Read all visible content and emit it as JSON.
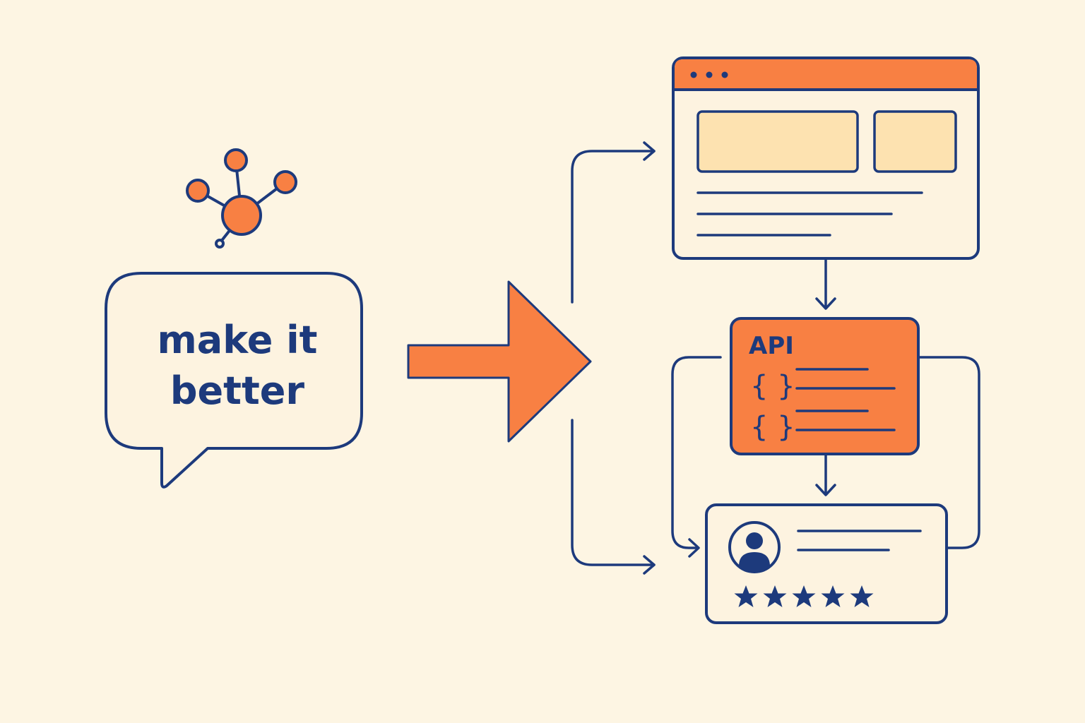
{
  "prompt_bubble": {
    "line1": "make it",
    "line2": "better"
  },
  "api_panel": {
    "title": "API",
    "brace_glyph": "{ }"
  },
  "review_card": {
    "stars": 5
  },
  "icons": {
    "network": "network-nodes-icon",
    "user": "user-avatar-icon",
    "star": "star-icon",
    "window_dots": "window-dots-icon"
  },
  "colors": {
    "background": "#fdf5e3",
    "ink": "#1d3a7c",
    "accent": "#f88043",
    "panel_fill": "#fdf3e0",
    "block_fill": "#fde2b0"
  }
}
